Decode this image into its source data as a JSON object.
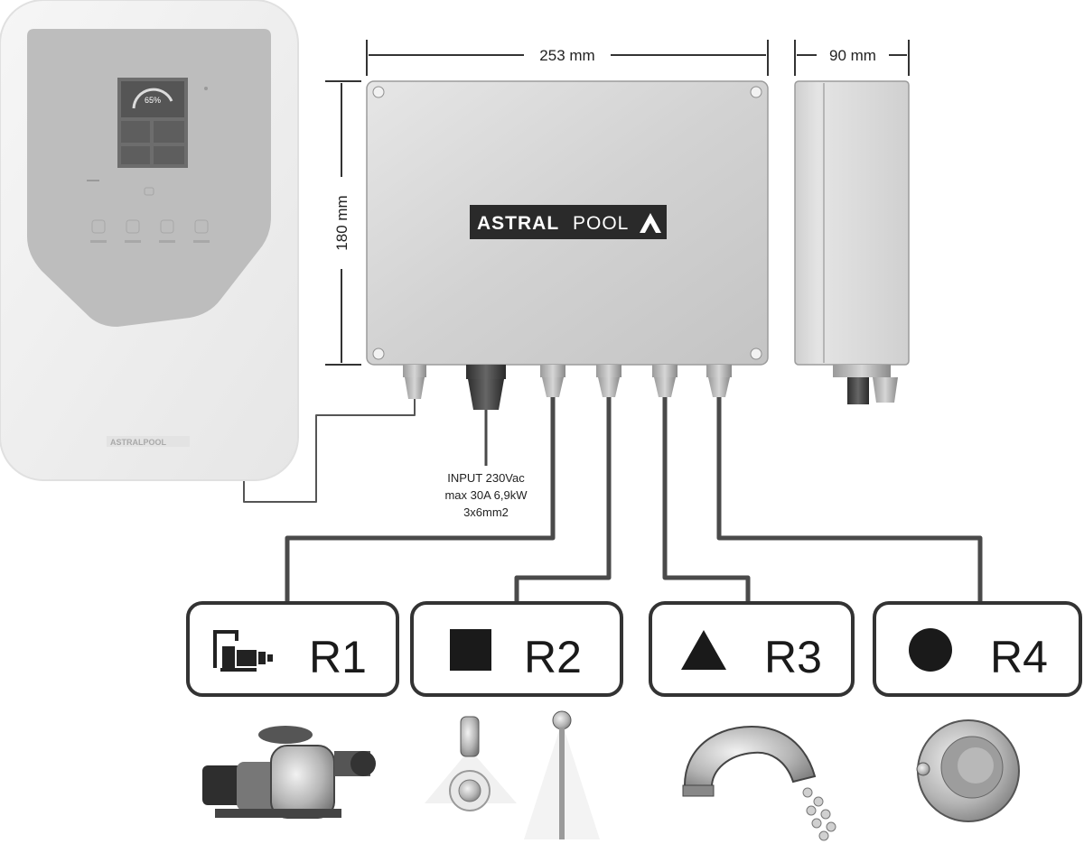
{
  "dimensions": {
    "width": "253 mm",
    "height": "180 mm",
    "depth": "90 mm"
  },
  "box_logo": {
    "brand_left": "ASTRAL",
    "brand_right": "POOL"
  },
  "controller": {
    "screen_value": "65%",
    "logo": "ASTRALPOOL"
  },
  "input_note": {
    "line1": "INPUT 230Vac",
    "line2": "max 30A 6,9kW",
    "line3": "3x6mm2"
  },
  "relays": [
    {
      "label": "R1",
      "icon": "pump-icon"
    },
    {
      "label": "R2",
      "icon": "square-icon"
    },
    {
      "label": "R3",
      "icon": "triangle-icon"
    },
    {
      "label": "R4",
      "icon": "circle-icon"
    }
  ],
  "colors": {
    "box_grey": "#d8d8d8",
    "controller_white": "#f1f1f1",
    "controller_panel": "#b9b9b9",
    "cable": "#4a4a4a",
    "logo_bg": "#2a2a2a"
  }
}
